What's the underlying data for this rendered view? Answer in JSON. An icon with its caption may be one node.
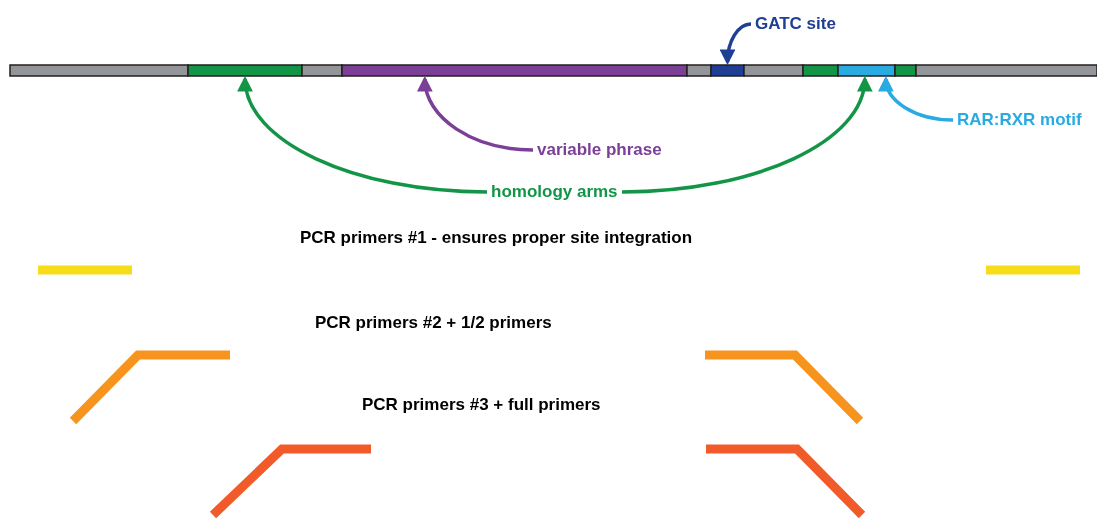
{
  "diagram": {
    "nodes": [
      {
        "text": [
          "GATC site"
        ]
      },
      {
        "text": [],
        "shape": "bar"
      },
      {
        "text": [],
        "shape": "bar"
      },
      {
        "text": [],
        "shape": "bar"
      },
      {
        "text": [],
        "shape": "bar"
      },
      {
        "text": [
          "RAR:RXR motif"
        ]
      },
      {
        "text": [
          "variable phrase"
        ]
      },
      {
        "text": [
          "homology arms"
        ]
      }
    ],
    "edges": [
      {
        "from": 0,
        "to": 3,
        "arrow": "to",
        "color": "#1f3f94"
      },
      {
        "from": 5,
        "to": 4,
        "arrow": "to",
        "color": "#29abe2"
      },
      {
        "from": 6,
        "to": 2,
        "arrow": "to",
        "color": "#7b3f98"
      },
      {
        "from": 7,
        "to": 1,
        "arrow": "to",
        "color": "#139547"
      },
      {
        "from": 7,
        "to": 4,
        "arrow": "to",
        "color": "#139547"
      }
    ],
    "labels": [
      "PCR primers #1 - ensures proper site integration",
      "PCR primers #2 + 1/2 primers",
      "PCR primers #3 + full primers"
    ]
  }
}
